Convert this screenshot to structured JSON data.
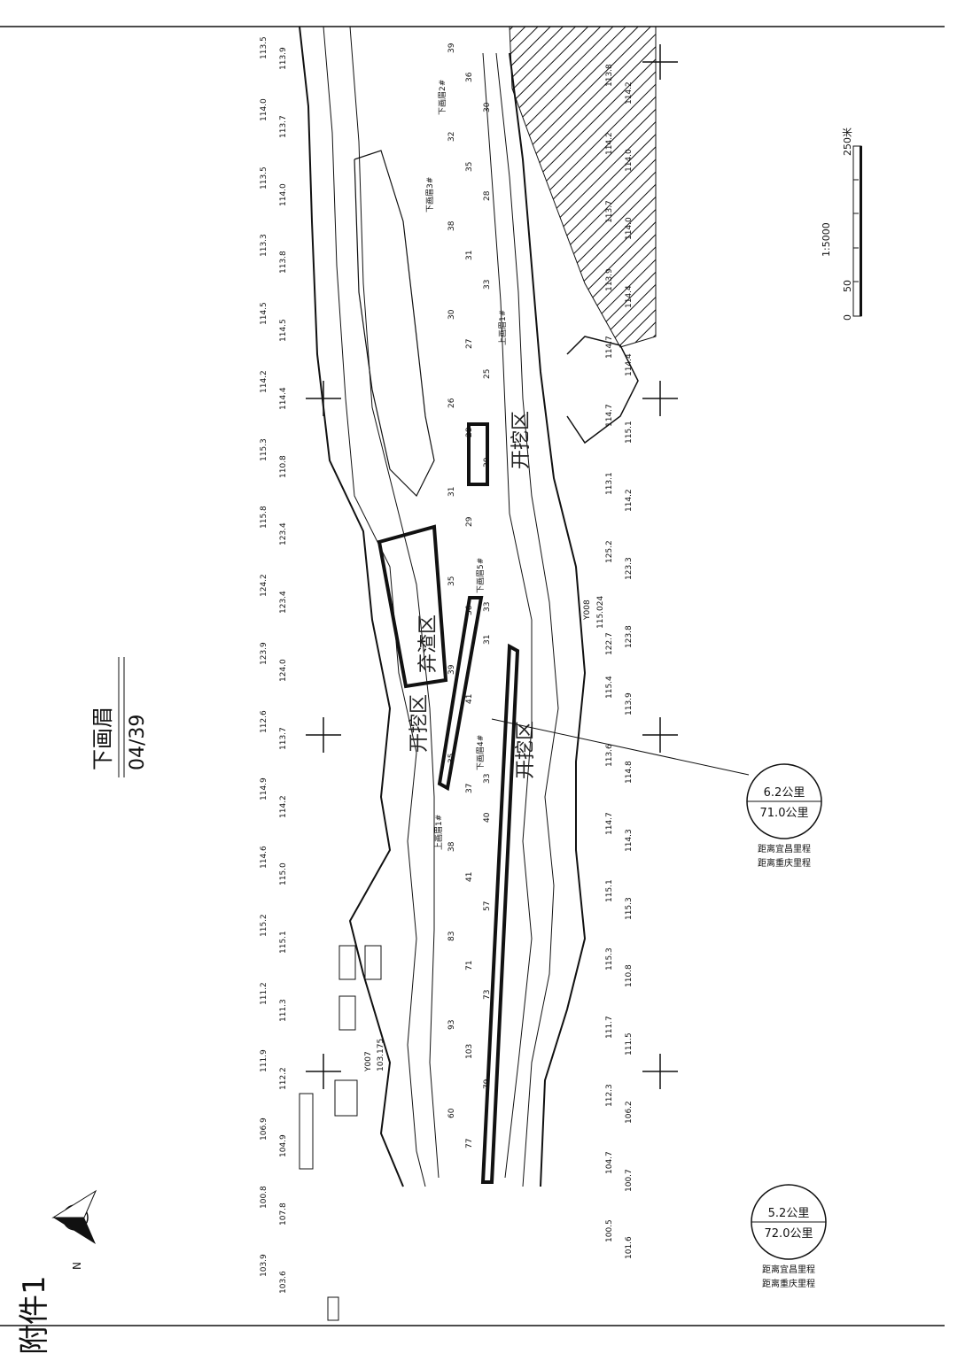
{
  "title": "下画眉",
  "sheet": "04/39",
  "attachment_label": "附件1",
  "north_label": "N",
  "scale": {
    "ratio": "1:5000",
    "ticks": [
      "0",
      "50",
      "250米"
    ]
  },
  "zones": {
    "excavation": "开挖区",
    "spoil": "弃渣区"
  },
  "stamps": [
    {
      "upper": "6.2公里",
      "lower": "71.0公里",
      "label_a": "距离宜昌里程",
      "label_b": "距离重庆里程"
    },
    {
      "upper": "5.2公里",
      "lower": "72.0公里",
      "label_a": "距离宜昌里程",
      "label_b": "距离重庆里程"
    }
  ],
  "markers": [
    "下画眉2#",
    "下画眉3#",
    "下画眉4#",
    "下画眉5#",
    "上画眉1#",
    "Y007",
    "Y008"
  ],
  "control_points": [
    "103.175",
    "115.024"
  ],
  "elevations": [
    "113.5",
    "113.9",
    "113.8",
    "114.2",
    "114.0",
    "113.7",
    "114.2",
    "114.0",
    "113.5",
    "114.0",
    "113.7",
    "114.0",
    "113.3",
    "113.8",
    "113.9",
    "114.4",
    "114.5",
    "114.5",
    "114.7",
    "114.4",
    "114.2",
    "114.4",
    "114.7",
    "115.1",
    "115.3",
    "110.8",
    "113.1",
    "114.2",
    "115.8",
    "123.4",
    "125.2",
    "123.3",
    "124.2",
    "123.4",
    "122.7",
    "123.8",
    "123.9",
    "124.0",
    "115.4",
    "113.9",
    "112.6",
    "113.7",
    "113.6",
    "114.8",
    "114.9",
    "114.2",
    "114.7",
    "114.3",
    "114.6",
    "115.0",
    "115.1",
    "115.3",
    "115.2",
    "115.1",
    "115.3",
    "110.8",
    "111.2",
    "111.3",
    "111.7",
    "111.5",
    "111.9",
    "112.2",
    "112.3",
    "106.2",
    "106.9",
    "104.9",
    "104.7",
    "100.7",
    "100.8",
    "107.8",
    "100.5",
    "101.6",
    "103.9",
    "103.6"
  ],
  "depths": [
    "39",
    "36",
    "30",
    "32",
    "35",
    "28",
    "38",
    "31",
    "33",
    "30",
    "27",
    "25",
    "26",
    "28",
    "30",
    "31",
    "29",
    "33",
    "35",
    "36",
    "31",
    "39",
    "41",
    "33",
    "35",
    "37",
    "40",
    "38",
    "41",
    "57",
    "83",
    "71",
    "73",
    "93",
    "103",
    "79",
    "60",
    "77"
  ]
}
